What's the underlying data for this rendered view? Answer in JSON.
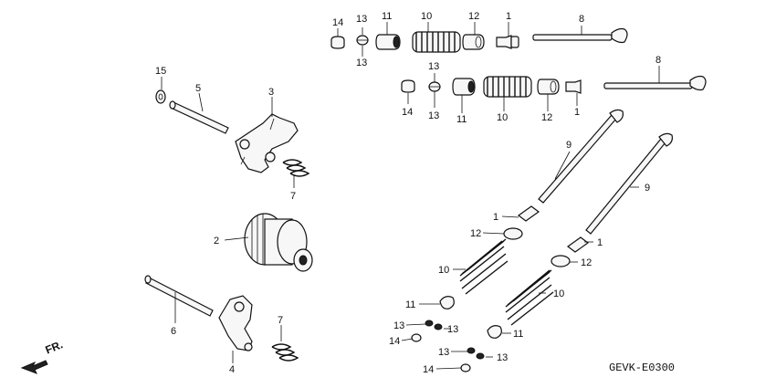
{
  "diagram_code": "GEVK-E0300",
  "direction_label": "FR.",
  "callouts": {
    "c1a": "1",
    "c1b": "1",
    "c1c": "1",
    "c1d": "1",
    "c2": "2",
    "c3": "3",
    "c4": "4",
    "c5": "5",
    "c6": "6",
    "c7a": "7",
    "c7b": "7",
    "c8a": "8",
    "c8b": "8",
    "c9a": "9",
    "c9b": "9",
    "c10a": "10",
    "c10b": "10",
    "c10c": "10",
    "c10d": "10",
    "c11a": "11",
    "c11b": "11",
    "c11c": "11",
    "c11d": "11",
    "c12a": "12",
    "c12b": "12",
    "c12c": "12",
    "c12d": "12",
    "c13a": "13",
    "c13b": "13",
    "c13c": "13",
    "c13d": "13",
    "c13e": "13",
    "c13f": "13",
    "c13g": "13",
    "c13h": "13",
    "c14a": "14",
    "c14b": "14",
    "c14c": "14",
    "c14d": "14",
    "c15": "15"
  }
}
